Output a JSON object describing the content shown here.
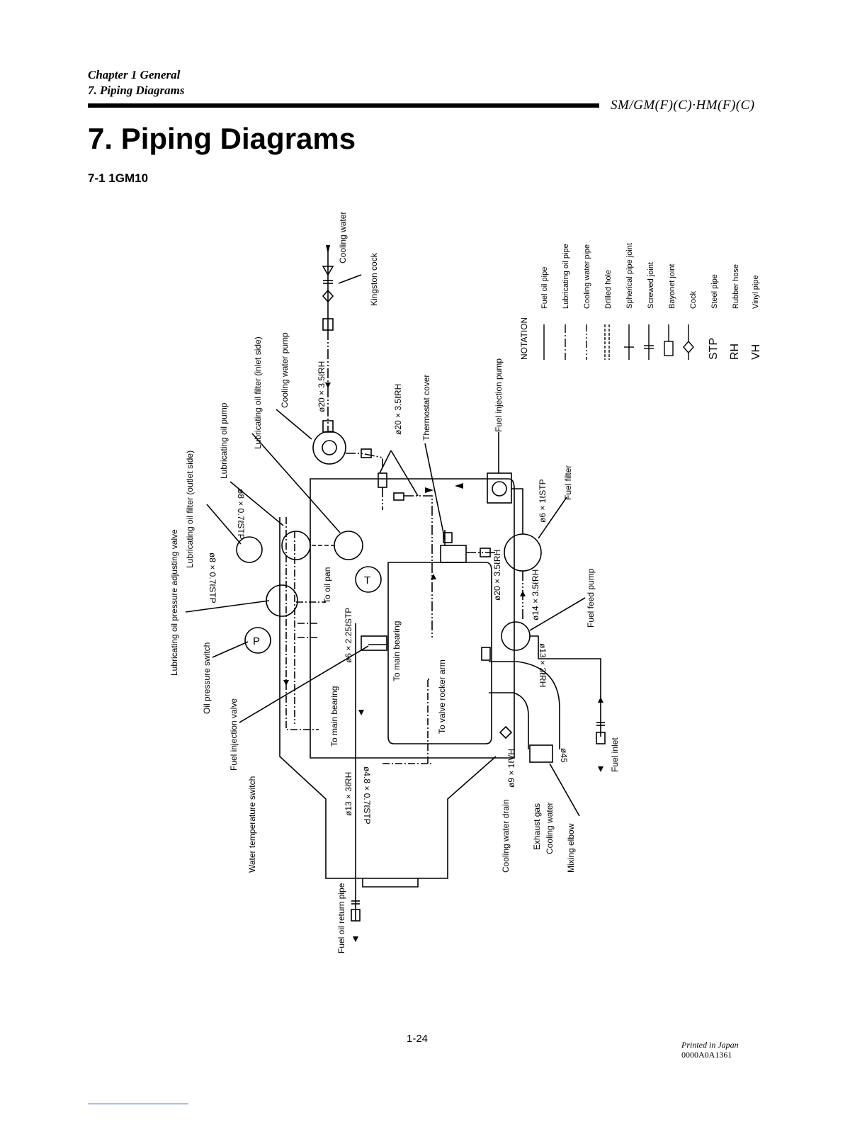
{
  "header": {
    "chapter": "Chapter 1 General",
    "section": "7. Piping Diagrams",
    "model": "SM/GM(F)(C)·HM(F)(C)"
  },
  "title": "7. Piping Diagrams",
  "subtitle": "7-1 1GM10",
  "diagram": {
    "labels": {
      "cooling_water_in": "Cooling water",
      "kingston_cock": "Kingston cock",
      "cw_pipe_1": "ø20 × 3.5ℓRH",
      "cw_pipe_2": "ø20 × 3.5ℓRH",
      "thermostat_cover": "Thermostat cover",
      "fuel_injection_pump": "Fuel injection pump",
      "fuel_filter": "Fuel filter",
      "fuel_pipe_stp": "ø6 × 1ℓSTP",
      "cw_pipe_3": "ø20 × 3.5ℓRH",
      "cw_pipe_4": "ø14 × 3.5ℓRH",
      "fuel_feed_pump": "Fuel feed pump",
      "cw_pipe_5": "ø13 × 3ℓRH",
      "fuel_inlet": "Fuel inlet",
      "mixing_elbow": "Mixing elbow",
      "cooling_water_out": "Cooling water",
      "exhaust_gas": "Exhaust gas",
      "cooling_water_drain": "Cooling water drain",
      "drain_pipe": "ø9 × 1ℓVH",
      "elbow_dia": "ø45",
      "to_valve_rocker_arm": "To valve rocker arm",
      "to_main_bearing_1": "To main bearing",
      "lube_pipe_1": "ø6 × 2.25ℓSTP",
      "to_oil_pan": "To oil pan",
      "to_main_bearing_2": "To main bearing",
      "lube_pipe_2": "ø4.8 × 0.7ℓSTP",
      "return_pipe": "ø13 × 3ℓRH",
      "fuel_oil_return_pipe": "Fuel oil return pipe",
      "water_temp_switch": "Water temperature switch",
      "fuel_injection_valve": "Fuel injection valve",
      "oil_pressure_switch": "Oil pressure switch",
      "lube_adjusting_valve": "Lubricating oil pressure adjusting valve",
      "lube_filter_outlet": "Lubricating oil filter (outlet side)",
      "lube_pump": "Lubricating oil pump",
      "lube_filter_inlet": "Lubricating oil filter (inlet side)",
      "cooling_water_pump": "Cooling water pump",
      "lube_pipe_3": "ø8 × 0.7ℓSTP",
      "lube_pipe_4": "ø8 × 0.7ℓSTP",
      "thermostat_mark": "T",
      "pressure_mark": "P"
    },
    "notation": {
      "title": "NOTATION",
      "items": [
        {
          "symbol": "line",
          "label": "Fuel oil pipe"
        },
        {
          "symbol": "dashdot",
          "label": "Lubricating oil pipe"
        },
        {
          "symbol": "dashdotdot",
          "label": "Cooling water pipe"
        },
        {
          "symbol": "double-dash",
          "label": "Drilled hole"
        },
        {
          "symbol": "spherical",
          "label": "Spherical pipe joint"
        },
        {
          "symbol": "screwed",
          "label": "Screwed joint"
        },
        {
          "symbol": "bayonet",
          "label": "Bayonet joint"
        },
        {
          "symbol": "cock",
          "label": "Cock"
        },
        {
          "code": "STP",
          "label": "Steel pipe"
        },
        {
          "code": "RH",
          "label": "Rubber hose"
        },
        {
          "code": "VH",
          "label": "Vinyl pipe"
        }
      ]
    }
  },
  "footer": {
    "page_number": "1-24",
    "printed": "Printed in Japan",
    "code": "0000A0A1361"
  }
}
